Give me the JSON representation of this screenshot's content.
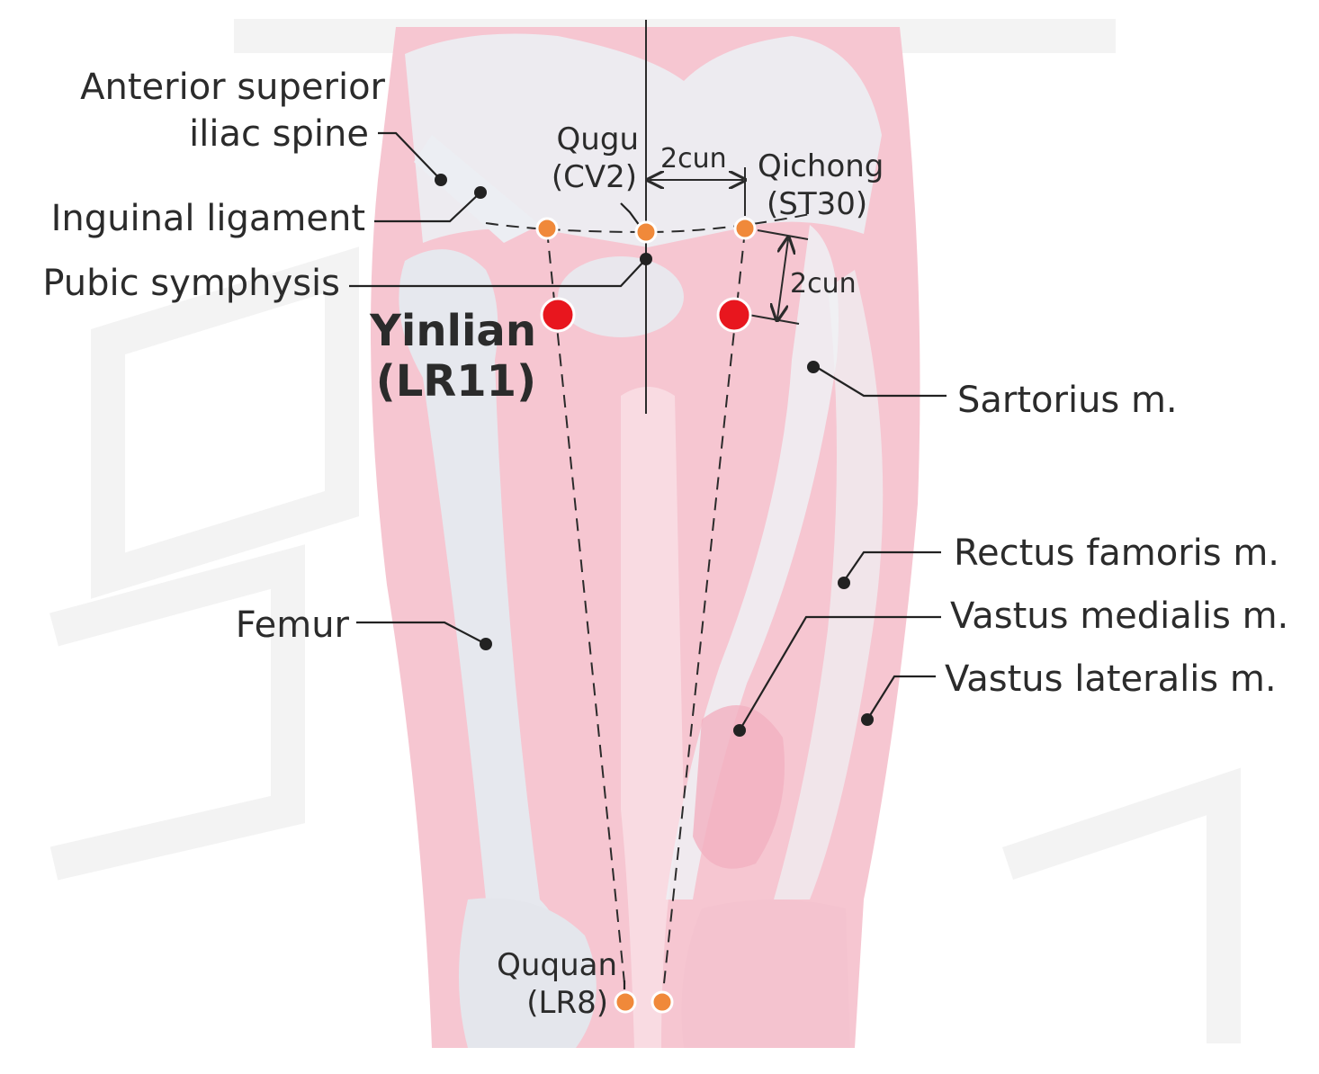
{
  "colors": {
    "acupoint_main": "#e8161e",
    "acupoint_ref": "#f0893a",
    "muscle": "#f3b9c6",
    "bone": "#e6e8ee",
    "text": "#2b2b2b"
  },
  "main_point": {
    "name": "Yinlian",
    "code": "(LR11)"
  },
  "points": {
    "qugu": {
      "name": "Qugu",
      "code": "(CV2)"
    },
    "qichong": {
      "name": "Qichong",
      "code": "(ST30)"
    },
    "ququan": {
      "name": "Ququan",
      "code": "(LR8)"
    }
  },
  "measurements": {
    "horizontal": "2cun",
    "vertical": "2cun"
  },
  "labels": {
    "asis_line1": "Anterior superior",
    "asis_line2": "iliac spine",
    "inguinal": "Inguinal ligament",
    "pubic": "Pubic symphysis",
    "sartorius": "Sartorius m.",
    "rectus": "Rectus famoris m.",
    "vastus_medialis": "Vastus medialis m.",
    "vastus_lateralis": "Vastus lateralis m.",
    "femur": "Femur"
  }
}
